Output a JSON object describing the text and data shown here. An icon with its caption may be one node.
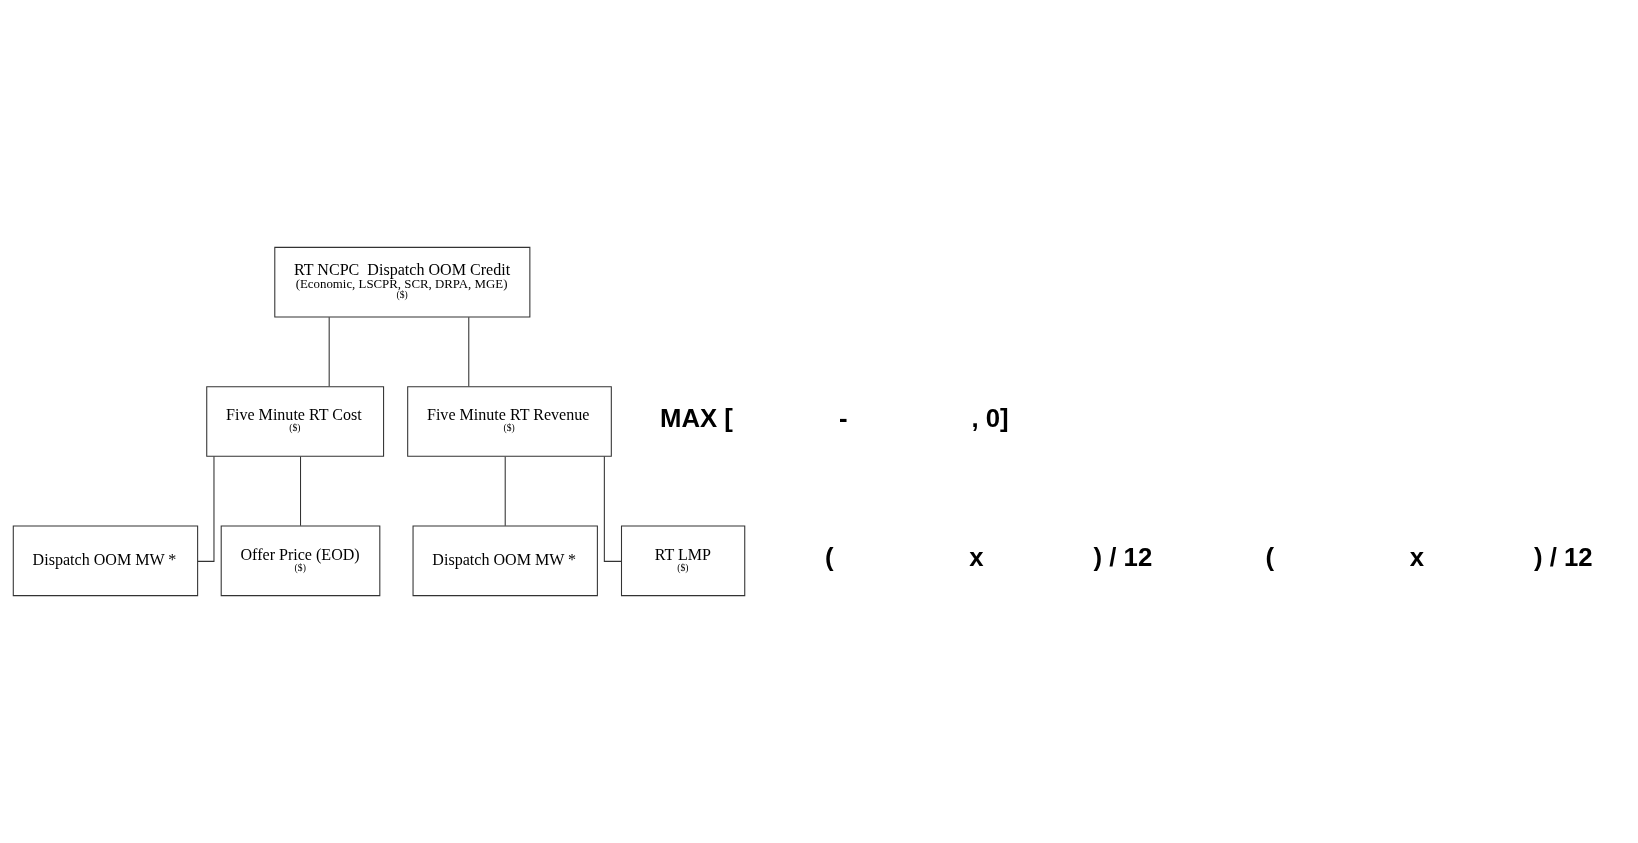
{
  "diagram": {
    "nodes": [
      {
        "text": [
          "RT NCPC  Dispatch OOM Credit",
          "(Economic, LSCPR, SCR, DRPA, MGE)",
          "($)"
        ]
      },
      {
        "text": [
          "Five Minute RT Cost",
          "($)"
        ]
      },
      {
        "text": [
          "Five Minute RT Revenue",
          "($)"
        ]
      },
      {
        "text": [
          "Dispatch OOM MW *"
        ]
      },
      {
        "text": [
          "Offer Price (EOD)",
          "($)"
        ]
      },
      {
        "text": [
          "Dispatch OOM MW *"
        ]
      },
      {
        "text": [
          "RT LMP",
          "($)"
        ]
      }
    ],
    "edges": [
      {
        "from": 0,
        "to": 1,
        "arrow": "none"
      },
      {
        "from": 0,
        "to": 2,
        "arrow": "none"
      },
      {
        "from": 1,
        "to": 3,
        "arrow": "none"
      },
      {
        "from": 1,
        "to": 4,
        "arrow": "none"
      },
      {
        "from": 2,
        "to": 5,
        "arrow": "none"
      },
      {
        "from": 2,
        "to": 6,
        "arrow": "none"
      }
    ],
    "labels": [
      "MAX [",
      "-",
      ", 0]",
      "(",
      "x",
      ") / 12",
      "(",
      "x",
      ") / 12"
    ]
  }
}
